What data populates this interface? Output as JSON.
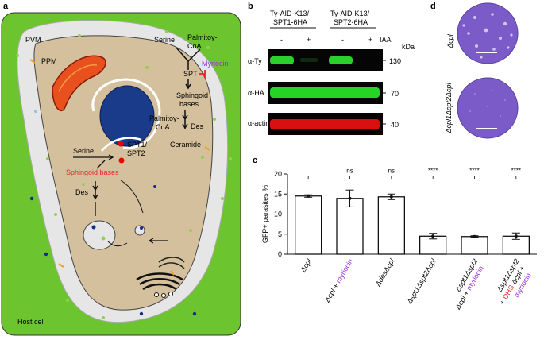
{
  "panel_labels": {
    "a": "a",
    "b": "b",
    "c": "c",
    "d": "d"
  },
  "panel_a": {
    "pvm": "PVM",
    "ppm": "PPM",
    "serine_top": "Serine",
    "palmitoyl_coa_top": "Palmitoy-\nCoA",
    "myriocin": "Myriocin",
    "spt": "SPT",
    "sphingoid_bases_top": "Sphingoid\nbases",
    "des_top": "Des",
    "ceramide": "Ceramide",
    "palmitoyl_coa_inner": "Palmitoy-\nCoA",
    "spt12": "SPT1/\nSPT2",
    "serine_inner": "Serine",
    "sphingoid_bases_inner": "Sphingoid bases",
    "des_inner": "Des",
    "host_cell": "Host cell"
  },
  "panel_b": {
    "col1": "Ty-AID-K13/\nSPT1-6HA",
    "col2": "Ty-AID-K13/\nSPT2-6HA",
    "iaa": "IAA",
    "kda": "kDa",
    "lane_signs": [
      "-",
      "+",
      "-",
      "+"
    ],
    "rows": [
      {
        "label": "α-Ty",
        "kda": "130"
      },
      {
        "label": "α-HA",
        "kda": "70"
      },
      {
        "label": "α-actin",
        "kda": "40"
      }
    ]
  },
  "panel_c": {
    "significance": [
      "ns",
      "ns",
      "****",
      "****",
      "****"
    ]
  },
  "panel_d": {
    "labels": [
      "Δcpl",
      "Δcpl1Δcpt2Δcpl"
    ]
  },
  "chart_data": {
    "type": "bar",
    "ylabel": "GFP+ parasites  %",
    "ylim": [
      0,
      20
    ],
    "yticks": [
      0,
      5,
      10,
      15,
      20
    ],
    "categories": [
      "Δcpl",
      "Δcpl + myriocin",
      "ΔdesΔcpl",
      "Δspt1Δspt2Δcpl",
      "Δspt1Δspt2 Δcpl + myriocin",
      "Δspt1Δspt2 + DHS Δcpl + myriocin"
    ],
    "values": [
      14.5,
      13.9,
      14.3,
      4.5,
      4.4,
      4.5
    ],
    "errors": [
      0.3,
      2.1,
      0.7,
      0.7,
      0.2,
      0.8
    ],
    "significance": [
      "ns",
      "ns",
      "****",
      "****",
      "****"
    ],
    "colors": {
      "bar_fill": "#ffffff",
      "bar_stroke": "#000000",
      "highlight": "#9b30d9",
      "dhs": "#e8232a"
    }
  }
}
